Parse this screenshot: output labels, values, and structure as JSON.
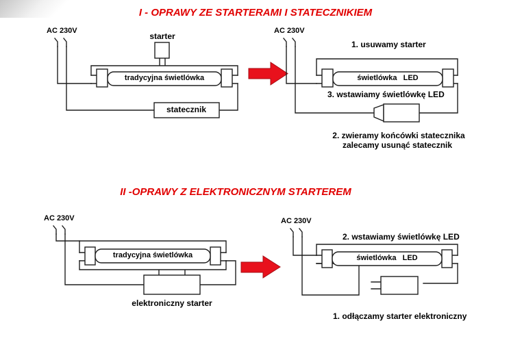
{
  "colors": {
    "accent_red": "#e10000",
    "arrow_red": "#e8111c",
    "line": "#1e1e1e",
    "background": "#ffffff"
  },
  "section1": {
    "title": "I - OPRAWY ZE STARTERAMI I STATECZNIKIEM",
    "before": {
      "ac_label": "AC 230V",
      "starter_label": "starter",
      "tube_label": "tradycyjna świetlówka",
      "ballast_label": "statecznik"
    },
    "after": {
      "ac_label": "AC 230V",
      "step1": "1. usuwamy starter",
      "tube_label": "świetlówka   LED",
      "step3": "3. wstawiamy świetlówkę LED",
      "step2_line1": "2. zwieramy końcówki statecznika",
      "step2_line2": "zalecamy usunąć statecznik"
    }
  },
  "section2": {
    "title": "II -OPRAWY Z ELEKTRONICZNYM STARTEREM",
    "before": {
      "ac_label": "AC 230V",
      "tube_label": "tradycyjna świetlówka",
      "starter_label": "elektroniczny starter"
    },
    "after": {
      "ac_label": "AC 230V",
      "step2": "2. wstawiamy świetlówkę LED",
      "tube_label": "świetlówka   LED",
      "step1": "1. odłączamy starter elektroniczny"
    }
  }
}
